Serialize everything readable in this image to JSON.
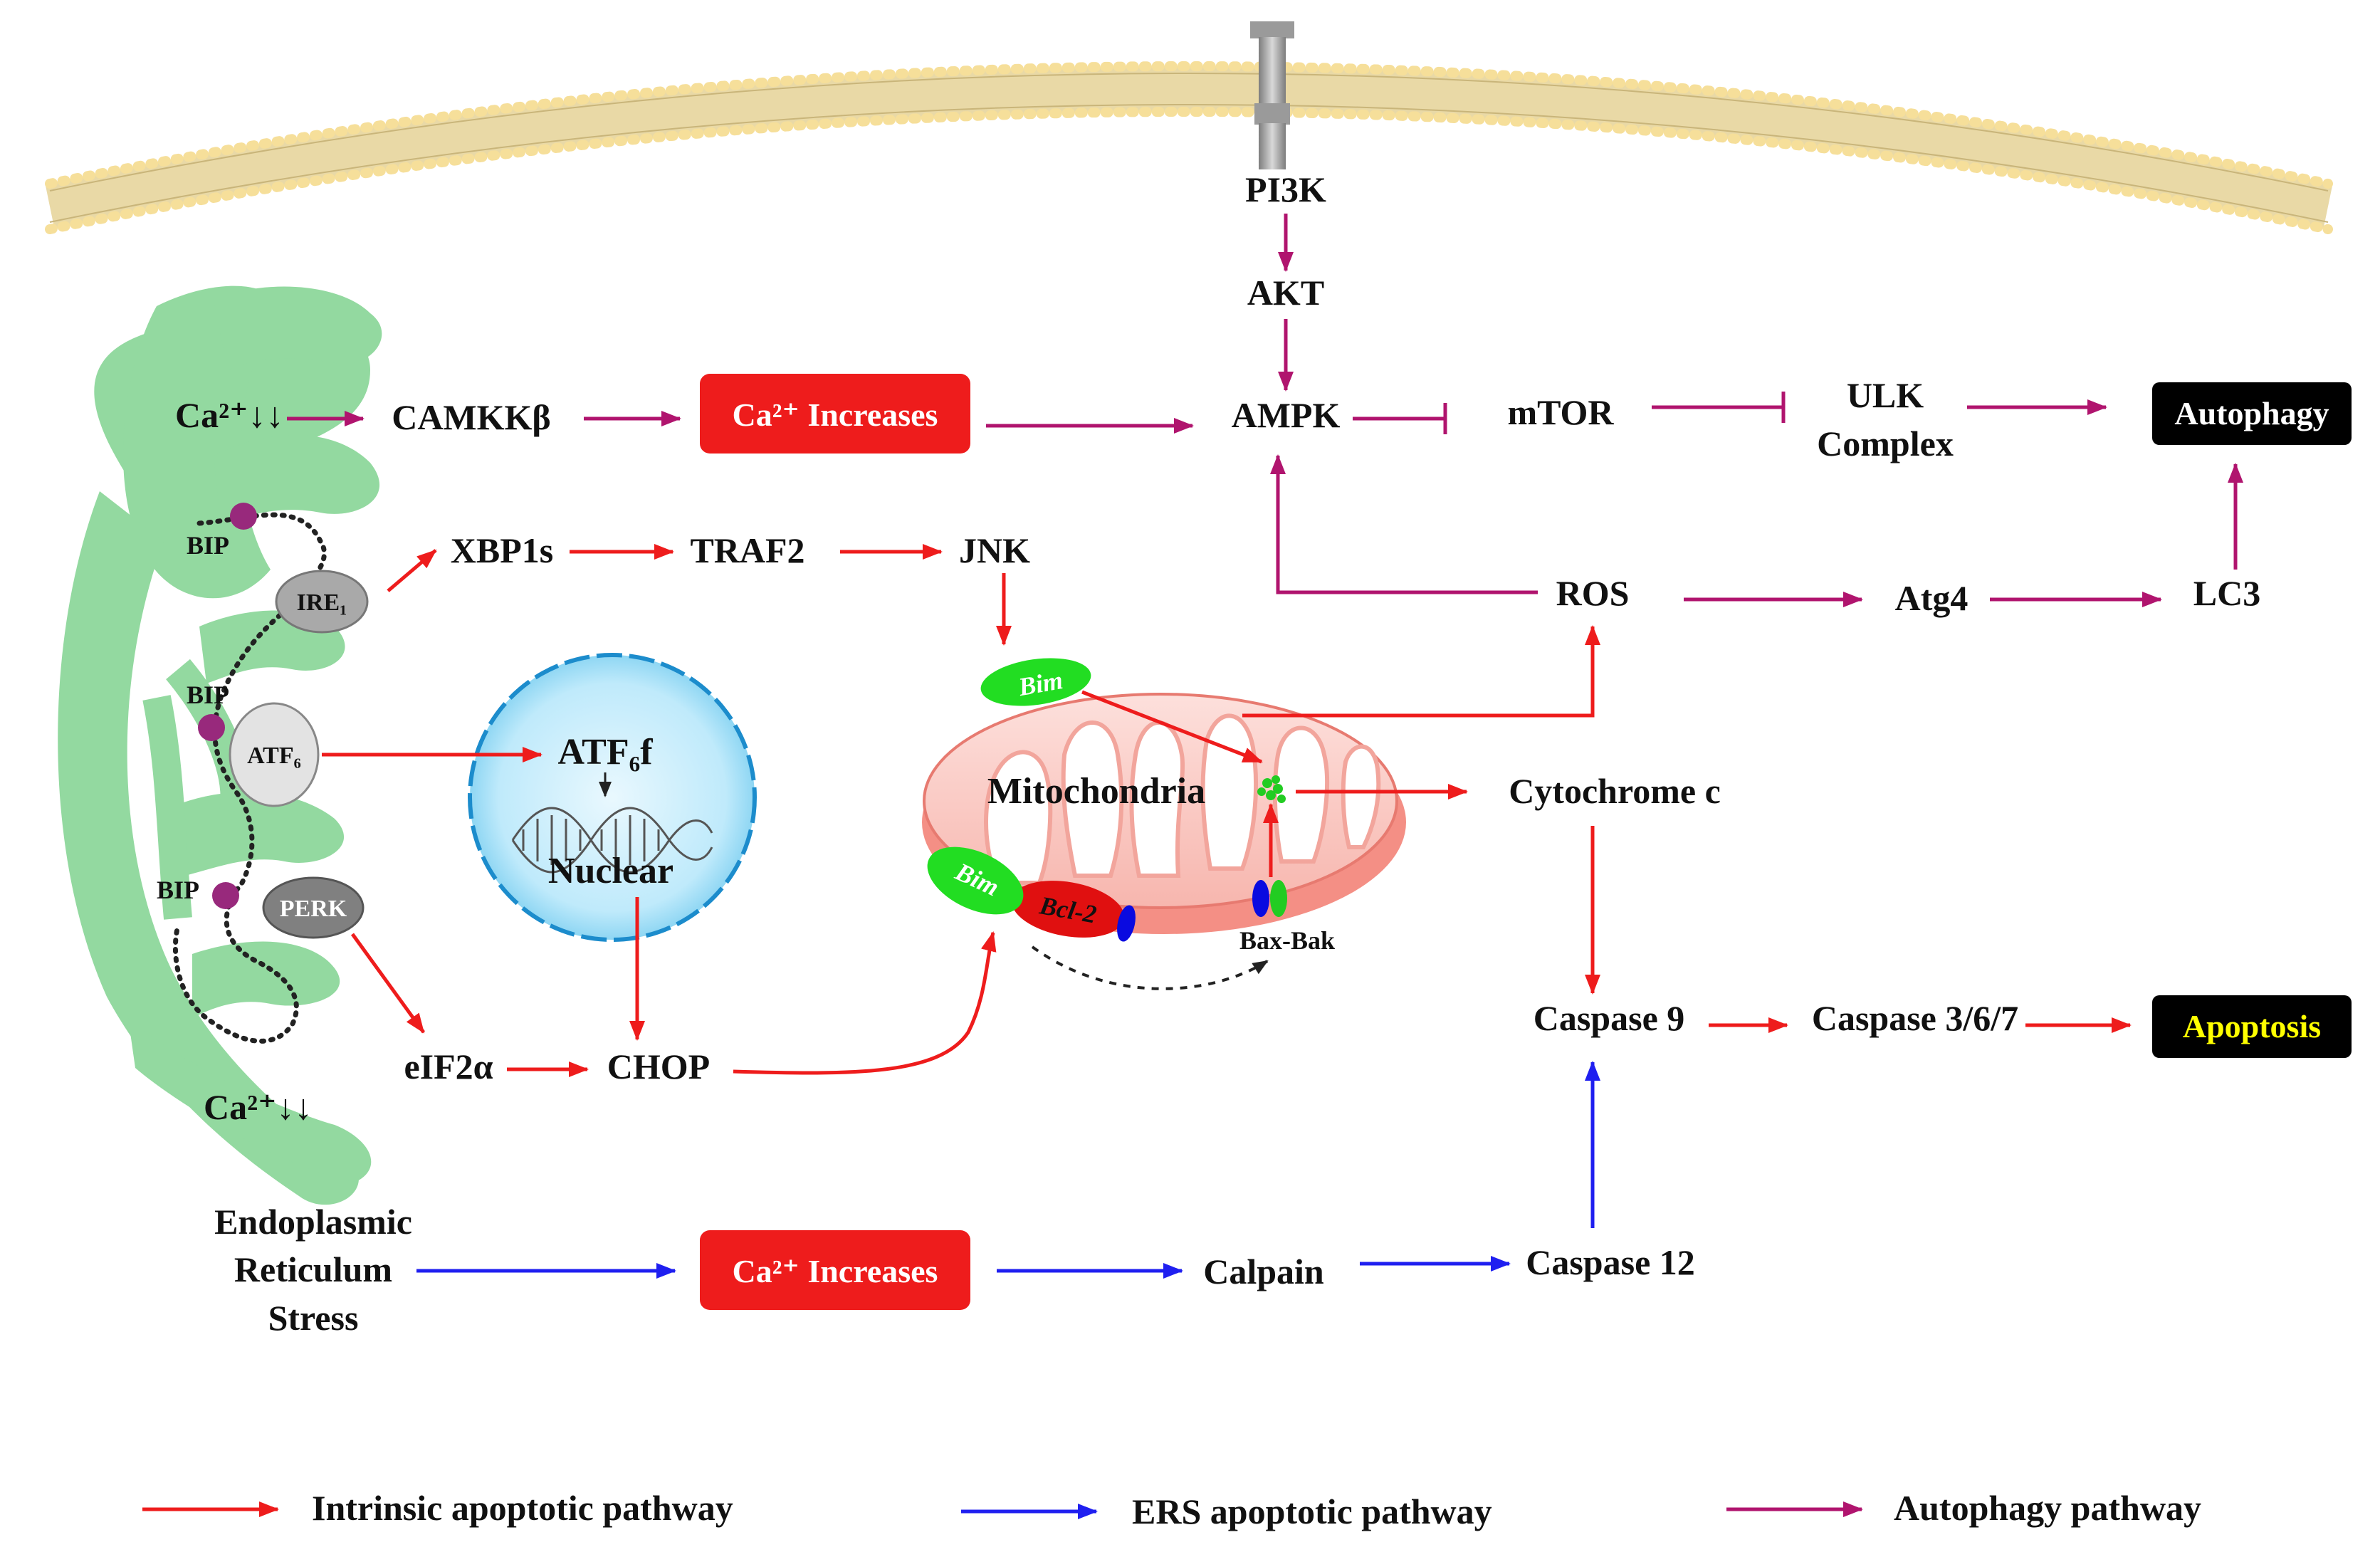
{
  "colors": {
    "intrinsic": "#ee1c1c",
    "ers": "#1f1ff0",
    "autophagy": "#b0146e",
    "er_green": "#93d9a0",
    "bip_purple": "#98297c",
    "increase_box": "#ee1c1c",
    "output_box": "#000000",
    "apoptosis_text": "#ffff00",
    "nucleus": "#cfeefc",
    "mito_outer": "#f48f85",
    "bim_green": "#22dd22",
    "bcl2_red": "#e01010"
  },
  "membrane": {
    "receptor_label": "PI3K"
  },
  "nodes": {
    "pi3k": "PI3K",
    "akt": "AKT",
    "ampk": "AMPK",
    "mtor": "mTOR",
    "ulk_line1": "ULK",
    "ulk_line2": "Complex",
    "autophagy": "Autophagy",
    "ca_er_top": "Ca²⁺↓↓",
    "camkk": "CAMKKβ",
    "ca_increase_top": "Ca²⁺ Increases",
    "xbp1s": "XBP1s",
    "traf2": "TRAF2",
    "jnk": "JNK",
    "ros": "ROS",
    "atg4": "Atg4",
    "lc3": "LC3",
    "atf6f": "ATF₆f",
    "nuclear": "Nuclear",
    "mitochondria": "Mitochondria",
    "cytochrome": "Cytochrome c",
    "bim_top": "Bim",
    "bim_bottom": "Bim",
    "bcl2": "Bcl-2",
    "baxbak": "Bax-Bak",
    "eif2a": "eIF2α",
    "chop": "CHOP",
    "caspase9": "Caspase 9",
    "caspase367": "Caspase 3/6/7",
    "apoptosis": "Apoptosis",
    "ca_er_bottom": "Ca²⁺↓↓",
    "ers_line1": "Endoplasmic",
    "ers_line2": "Reticulum",
    "ers_line3": "Stress",
    "ca_increase_bottom": "Ca²⁺ Increases",
    "calpain": "Calpain",
    "caspase12": "Caspase 12"
  },
  "er": {
    "bip": "BIP",
    "ire1": "IRE₁",
    "atf6": "ATF₆",
    "perk": "PERK"
  },
  "legend": [
    {
      "label": "Intrinsic apoptotic pathway",
      "color": "#ee1c1c"
    },
    {
      "label": "ERS apoptotic pathway",
      "color": "#1f1ff0"
    },
    {
      "label": "Autophagy pathway",
      "color": "#b0146e"
    }
  ]
}
